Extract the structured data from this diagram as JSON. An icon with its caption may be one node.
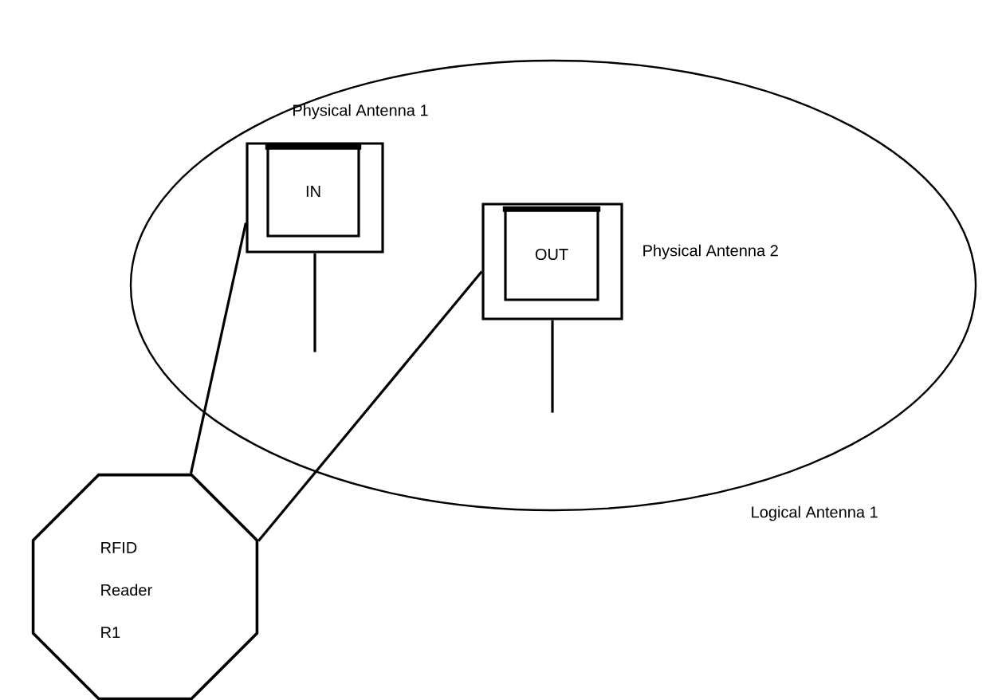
{
  "diagram": {
    "nodes": [
      {
        "text": [
          "Logical Antenna 1"
        ]
      },
      {
        "text": [
          "Physical Antenna 1"
        ],
        "in": 0
      },
      {
        "text": [
          "IN"
        ],
        "in": 1
      },
      {
        "text": [
          "Physical Antenna 2"
        ],
        "in": 0
      },
      {
        "text": [
          "OUT"
        ],
        "in": 3
      },
      {
        "text": [
          "RFID Reader R1"
        ]
      }
    ],
    "edges": [
      {
        "from": 5,
        "to": 1,
        "arrow": "none"
      },
      {
        "from": 5,
        "to": 3,
        "arrow": "none"
      }
    ]
  }
}
